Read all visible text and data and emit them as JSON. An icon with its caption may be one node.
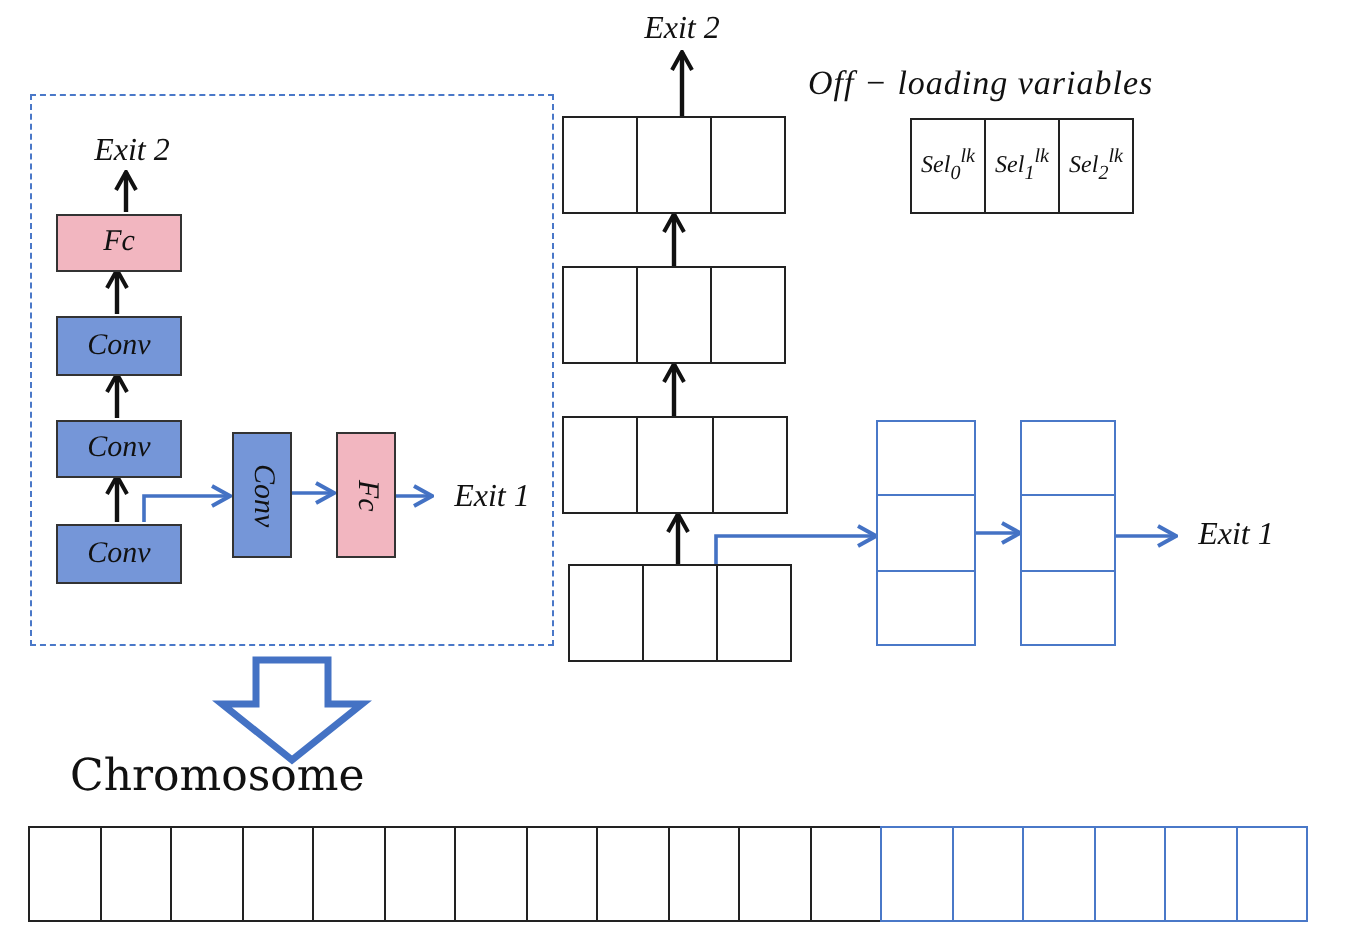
{
  "diagram": {
    "nodes": [
      {
        "text": [],
        "shape": "box"
      },
      {
        "text": [
          "Exit 2"
        ],
        "in": 0
      },
      {
        "text": [
          "Fc"
        ],
        "in": 0
      },
      {
        "text": [
          "Conv"
        ],
        "in": 0
      },
      {
        "text": [
          "Conv"
        ],
        "in": 0
      },
      {
        "text": [
          "Conv"
        ],
        "in": 0
      },
      {
        "text": [
          "Conv"
        ],
        "in": 0
      },
      {
        "text": [
          "Fc"
        ],
        "in": 0
      },
      {
        "text": [
          "Exit 1"
        ],
        "in": 0
      },
      {
        "text": [
          "Exit 2"
        ]
      },
      {
        "text": [],
        "shape": "box"
      },
      {
        "text": [],
        "shape": "box"
      },
      {
        "text": [],
        "shape": "box"
      },
      {
        "text": [],
        "shape": "box"
      },
      {
        "text": [],
        "shape": "box"
      },
      {
        "text": [],
        "shape": "box"
      },
      {
        "text": [
          "Exit 1"
        ]
      },
      {
        "text": [
          "Off − loading variables"
        ]
      },
      {
        "text": [
          "Sel$_{0}$$^{lk}$"
        ],
        "in": 17
      },
      {
        "text": [
          "Sel$_{1}$$^{lk}$"
        ],
        "in": 17
      },
      {
        "text": [
          "Sel$_{2}$$^{lk}$"
        ],
        "in": 17
      },
      {
        "text": [
          "Chromosome"
        ]
      }
    ],
    "edges": [
      {
        "from": 5,
        "to": 4,
        "arrow": "to"
      },
      {
        "from": 4,
        "to": 3,
        "arrow": "to"
      },
      {
        "from": 3,
        "to": 2,
        "arrow": "to"
      },
      {
        "from": 2,
        "to": 1,
        "arrow": "to"
      },
      {
        "from": 5,
        "to": 6,
        "arrow": "to",
        "color": "#4472c4"
      },
      {
        "from": 6,
        "to": 7,
        "arrow": "to",
        "color": "#4472c4"
      },
      {
        "from": 7,
        "to": 8,
        "arrow": "to",
        "color": "#4472c4"
      },
      {
        "from": 13,
        "to": 12,
        "arrow": "to"
      },
      {
        "from": 12,
        "to": 11,
        "arrow": "to"
      },
      {
        "from": 11,
        "to": 10,
        "arrow": "to"
      },
      {
        "from": 10,
        "to": 9,
        "arrow": "to"
      },
      {
        "from": 13,
        "to": 14,
        "arrow": "to",
        "color": "#4472c4"
      },
      {
        "from": 14,
        "to": 15,
        "arrow": "to",
        "color": "#4472c4"
      },
      {
        "from": 15,
        "to": 16,
        "arrow": "to",
        "color": "#4472c4"
      },
      {
        "from": 0,
        "to": 21,
        "arrow": "to",
        "style": "thick",
        "color": "#4472c4"
      }
    ]
  }
}
